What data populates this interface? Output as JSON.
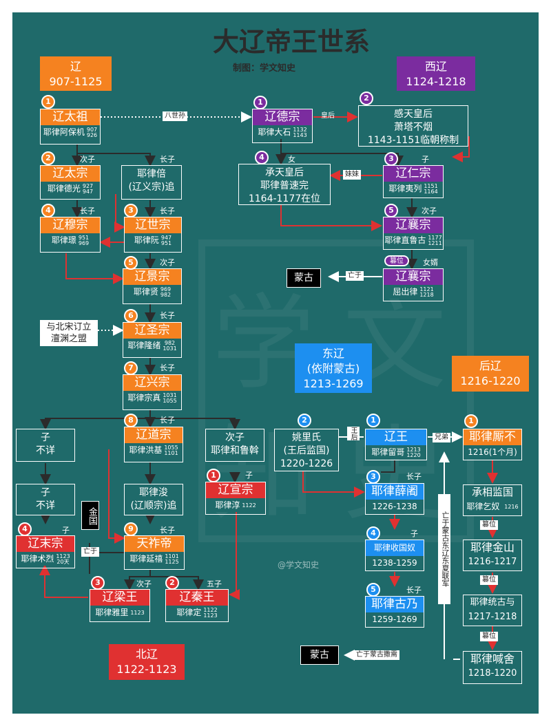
{
  "title": "大辽帝王世系",
  "credit": "制图：学文知史",
  "signature": "@学文知史",
  "watermark_chars": [
    "学",
    "文",
    "知",
    "史"
  ],
  "dynasties": {
    "liao": {
      "name": "辽",
      "years": "907-1125"
    },
    "xiliao": {
      "name": "西辽",
      "years": "1124-1218"
    },
    "dongliao": {
      "name": "东辽",
      "note": "(依附蒙古)",
      "years": "1213-1269"
    },
    "houliao": {
      "name": "后辽",
      "years": "1216-1220"
    },
    "beiliao": {
      "name": "北辽",
      "years": "1122-1123"
    }
  },
  "people": {
    "taizu": {
      "num": "1",
      "title": "辽太祖",
      "name": "耶律阿保机",
      "years": [
        "907",
        "926"
      ]
    },
    "taizong": {
      "num": "2",
      "title": "辽太宗",
      "name": "耶律德光",
      "years": [
        "927",
        "947"
      ]
    },
    "bei": {
      "line1": "耶律倍",
      "line2": "(辽义宗)追"
    },
    "muzong": {
      "num": "4",
      "title": "辽穆宗",
      "name": "耶律璟",
      "years": [
        "951",
        "969"
      ]
    },
    "shizong": {
      "num": "3",
      "title": "辽世宗",
      "name": "耶律阮",
      "years": [
        "947",
        "951"
      ]
    },
    "jingzong": {
      "num": "5",
      "title": "辽景宗",
      "name": "耶律贤",
      "years": [
        "969",
        "982"
      ]
    },
    "shengzong": {
      "num": "6",
      "title": "辽圣宗",
      "name": "耶律隆绪",
      "years": [
        "982",
        "1031"
      ]
    },
    "xingzong": {
      "num": "7",
      "title": "辽兴宗",
      "name": "耶律宗真",
      "years": [
        "1031",
        "1055"
      ]
    },
    "daozong": {
      "num": "8",
      "title": "辽道宗",
      "name": "耶律洪基",
      "years": [
        "1055",
        "1101"
      ]
    },
    "helulu": {
      "line1": "次子",
      "line2": "耶律和鲁斡"
    },
    "zi1": {
      "line1": "子",
      "line2": "不详"
    },
    "zi2": {
      "line1": "子",
      "line2": "不详"
    },
    "jun": {
      "line1": "耶律浚",
      "line2": "(辽顺宗)追"
    },
    "xuanzong": {
      "num": "1",
      "title": "辽宣宗",
      "name": "耶律淳",
      "years": [
        "1122"
      ]
    },
    "mozong": {
      "num": "4",
      "title": "辽末宗",
      "name": "耶律术烈",
      "years": [
        "1123",
        "20天"
      ]
    },
    "tianzuo": {
      "num": "9",
      "title": "天祚帝",
      "name": "耶律延禧",
      "years": [
        "1101",
        "1125"
      ]
    },
    "liangwang": {
      "num": "3",
      "title": "辽梁王",
      "name": "耶律雅里",
      "years": [
        "1123"
      ]
    },
    "qinwang": {
      "num": "2",
      "title": "辽秦王",
      "name": "耶律定",
      "years": [
        "1122",
        "1123"
      ]
    },
    "dezong": {
      "num": "1",
      "title": "辽德宗",
      "name": "耶律大石",
      "years": [
        "1132",
        "1143"
      ]
    },
    "gantian": {
      "num": "2",
      "line1": "感天皇后",
      "line2": "萧塔不烟",
      "line3": "1143-1151临朝称制"
    },
    "chengtian": {
      "num": "4",
      "line1": "承天皇后",
      "line2": "耶律普速完",
      "line3": "1164-1177在位"
    },
    "renzong": {
      "num": "3",
      "title": "辽仁宗",
      "name": "耶律夷列",
      "years": [
        "1151",
        "1164"
      ]
    },
    "xiangzong1": {
      "num": "5",
      "title": "辽襄宗",
      "name": "耶律直鲁古",
      "years": [
        "1177",
        "1211"
      ]
    },
    "xiangzong2": {
      "tag": "篡位",
      "title": "辽襄宗",
      "name": "屈出律",
      "years": [
        "1121",
        "1218"
      ]
    },
    "yaolishi": {
      "num": "2",
      "line1": "姚里氏",
      "line2": "(王后监国)",
      "line3": "1220-1226"
    },
    "liaowang": {
      "num": "1",
      "title": "辽王",
      "name": "耶律留哥",
      "years": [
        "1213",
        "1220"
      ]
    },
    "xueshe": {
      "num": "3",
      "title": "耶律薛阇",
      "period": "1226-1238"
    },
    "shouguonu": {
      "num": "4",
      "title": "耶律收国奴",
      "period": "1238-1259"
    },
    "gunai": {
      "num": "5",
      "title": "耶律古乃",
      "period": "1259-1269"
    },
    "sibu": {
      "num": "1",
      "title": "耶律厮不",
      "period": "1216(1个月)"
    },
    "qinu": {
      "title": "承相监国",
      "period": "耶律乞奴",
      "year": "1216"
    },
    "jinshan": {
      "title": "耶律金山",
      "period": "1216-1217"
    },
    "tonggu": {
      "title": "耶律统古与",
      "period": "1217-1218"
    },
    "hanshe": {
      "title": "耶律喊舍",
      "period": "1218-1220"
    }
  },
  "relations": {
    "baishisun": "八世孙",
    "huanghou": "皇后",
    "meimei": "妹妹",
    "cizi": "次子",
    "zhangzi": "长子",
    "nvxu": "女婿",
    "zi": "子",
    "nv": "女",
    "wuzi": "五子",
    "wanghou": "王后",
    "xiongdi": "兄弟",
    "wangyu": "亡于",
    "cuanwei": "篡位",
    "mengguzhi": "亡于蒙古撒需"
  },
  "side_notes": {
    "songmeng": {
      "line1": "与北宋订立",
      "line2": "澶渊之盟"
    },
    "jinguo": "金国",
    "menggu1": "蒙古",
    "menggu2": "蒙古",
    "vertical": "亡于蒙古东辽东夏联军"
  },
  "colors": {
    "board": "#1f6a6a",
    "liao": "#f58220",
    "xiliao": "#7b2c9f",
    "dongliao": "#1d8ff0",
    "beiliao": "#e03131",
    "arrow_red": "#e03131"
  }
}
